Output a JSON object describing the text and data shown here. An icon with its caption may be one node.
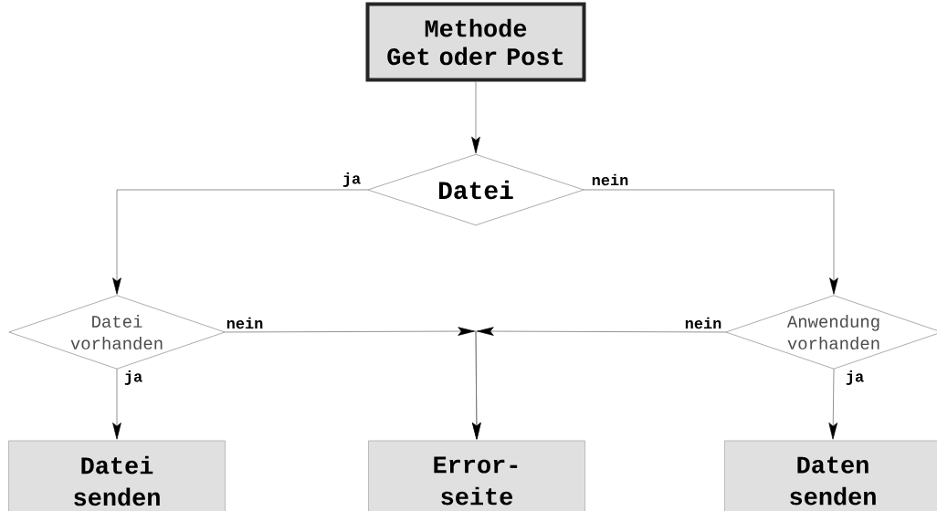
{
  "diagram": {
    "nodes": [
      {
        "text": [
          "Methode",
          "Get oder Post"
        ]
      },
      {
        "text": [
          "Datei"
        ]
      },
      {
        "text": [
          "Datei vorhanden"
        ]
      },
      {
        "text": [
          "Anwendung vorhanden"
        ]
      },
      {
        "text": [
          "Datei senden"
        ]
      },
      {
        "text": [
          "Error- seite"
        ]
      },
      {
        "text": [
          "Daten senden"
        ]
      }
    ],
    "edges": [
      {
        "from": 0,
        "to": 1,
        "arrow": "to"
      },
      {
        "from": 1,
        "to": 2,
        "arrow": "to",
        "label": "ja"
      },
      {
        "from": 1,
        "to": 3,
        "arrow": "to",
        "label": "nein"
      },
      {
        "from": 2,
        "to": 5,
        "arrow": "to",
        "label": "nein"
      },
      {
        "from": 3,
        "to": 5,
        "arrow": "to",
        "label": "nein"
      },
      {
        "from": 2,
        "to": 4,
        "arrow": "to",
        "label": "ja"
      },
      {
        "from": 3,
        "to": 6,
        "arrow": "to",
        "label": "ja"
      }
    ]
  }
}
